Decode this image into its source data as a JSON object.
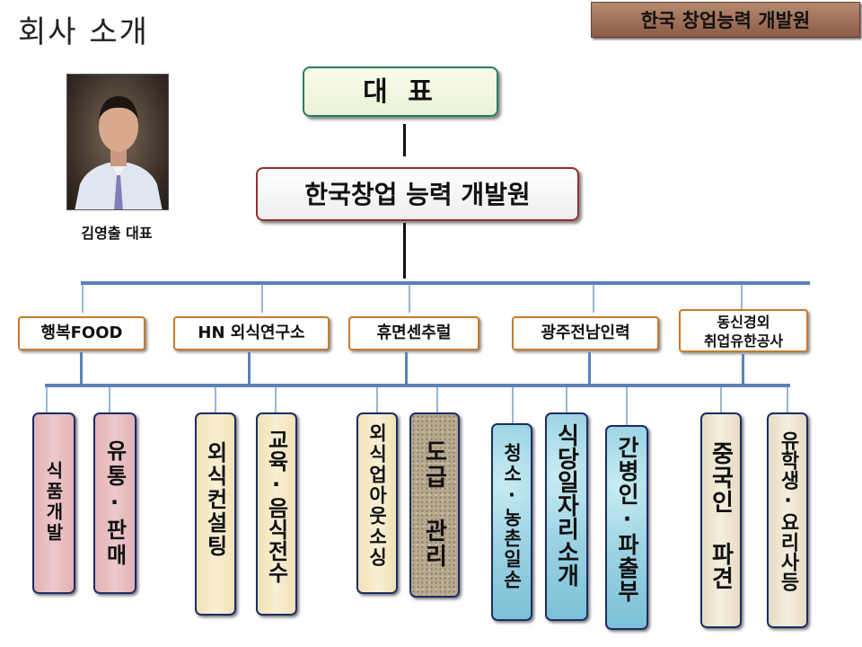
{
  "page": {
    "title": "회사 소개",
    "brand": "한국 창업능력 개발원"
  },
  "profile": {
    "caption": "김영출 대표"
  },
  "org": {
    "ceo": "대 표",
    "root": "한국창업 능력 개발원",
    "departments": [
      {
        "name": "행복FOOD",
        "units": [
          "식품개발",
          "유통·판매"
        ]
      },
      {
        "name": "HN 외식연구소",
        "units": [
          "외식컨설팅",
          "교육·음식전수"
        ]
      },
      {
        "name": "휴면센추럴",
        "units": [
          "외식업아웃소싱",
          "도급 관리"
        ]
      },
      {
        "name": "광주전남인력",
        "units": [
          "청소·농촌일손",
          "식당일자리소개",
          "간병인·파출부"
        ]
      },
      {
        "name_lines": [
          "동신경외",
          "취업유한공사"
        ],
        "units": [
          "중국인 파견",
          "유학생·요리사등"
        ]
      }
    ]
  },
  "colors": {
    "ceo_border": "#2a7d62",
    "root_border": "#9a2c2c",
    "dept_border": "#c97a2a",
    "unit_border": "#1b2d66",
    "connector": "#9bb6d6"
  }
}
